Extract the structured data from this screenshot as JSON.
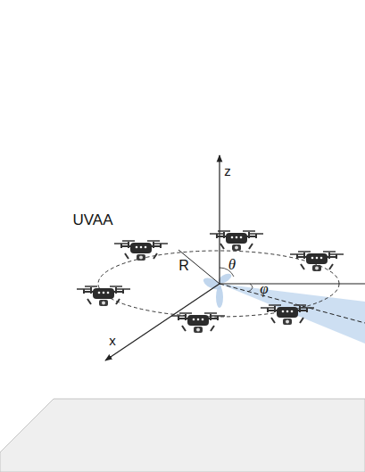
{
  "diagram": {
    "labels": [
      "UVAA",
      "z",
      "x",
      "R",
      "θ",
      "φ"
    ]
  }
}
